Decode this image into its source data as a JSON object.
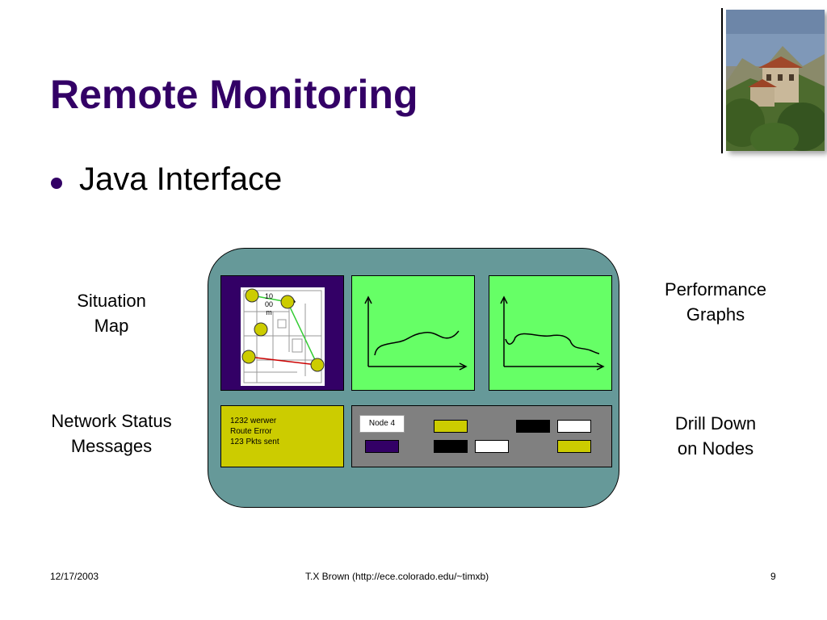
{
  "slide": {
    "title": "Remote Monitoring",
    "bullet": "Java Interface"
  },
  "labels": {
    "situation_line1": "Situation",
    "situation_line2": "Map",
    "network_line1": "Network Status",
    "network_line2": "Messages",
    "performance_line1": "Performance",
    "performance_line2": "Graphs",
    "drill_line1": "Drill Down",
    "drill_line2": "on Nodes"
  },
  "interface": {
    "map_scale_text": "1000 m",
    "messages": [
      "1232 werwer",
      "Route Error",
      "123 Pkts sent"
    ],
    "node_label": "Node 4",
    "node_swatch_colors": {
      "row1": [
        "#cccc00",
        "#000000",
        "#ffffff"
      ],
      "row2": [
        "#330066",
        "#000000",
        "#ffffff",
        "#cccc00"
      ]
    }
  },
  "footer": {
    "date": "12/17/2003",
    "center": "T.X Brown (http://ece.colorado.edu/~timxb)",
    "page": "9"
  },
  "colors": {
    "title": "#330066",
    "panel_bg": "#669999",
    "graph_bg": "#66ff66",
    "message_bg": "#cccc00",
    "drill_bg": "#808080",
    "map_frame": "#330066"
  }
}
